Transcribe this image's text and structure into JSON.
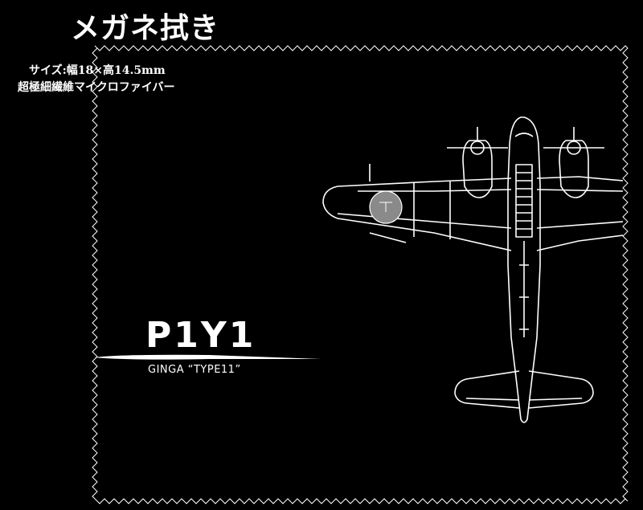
{
  "product": {
    "title": "メガネ拭き",
    "size_text": "サイズ:幅18×高14.5mm",
    "material_text": "超極細繊維マイクロファイバー"
  },
  "print": {
    "model": "P1Y1",
    "subname": "GINGA “TYPE11”"
  },
  "colors": {
    "background": "#000000",
    "line": "#ffffff",
    "roundel": "#8a8a8a"
  },
  "icons": {
    "aircraft": "aircraft-blueprint-icon",
    "speed_swoosh": "swoosh-line"
  }
}
